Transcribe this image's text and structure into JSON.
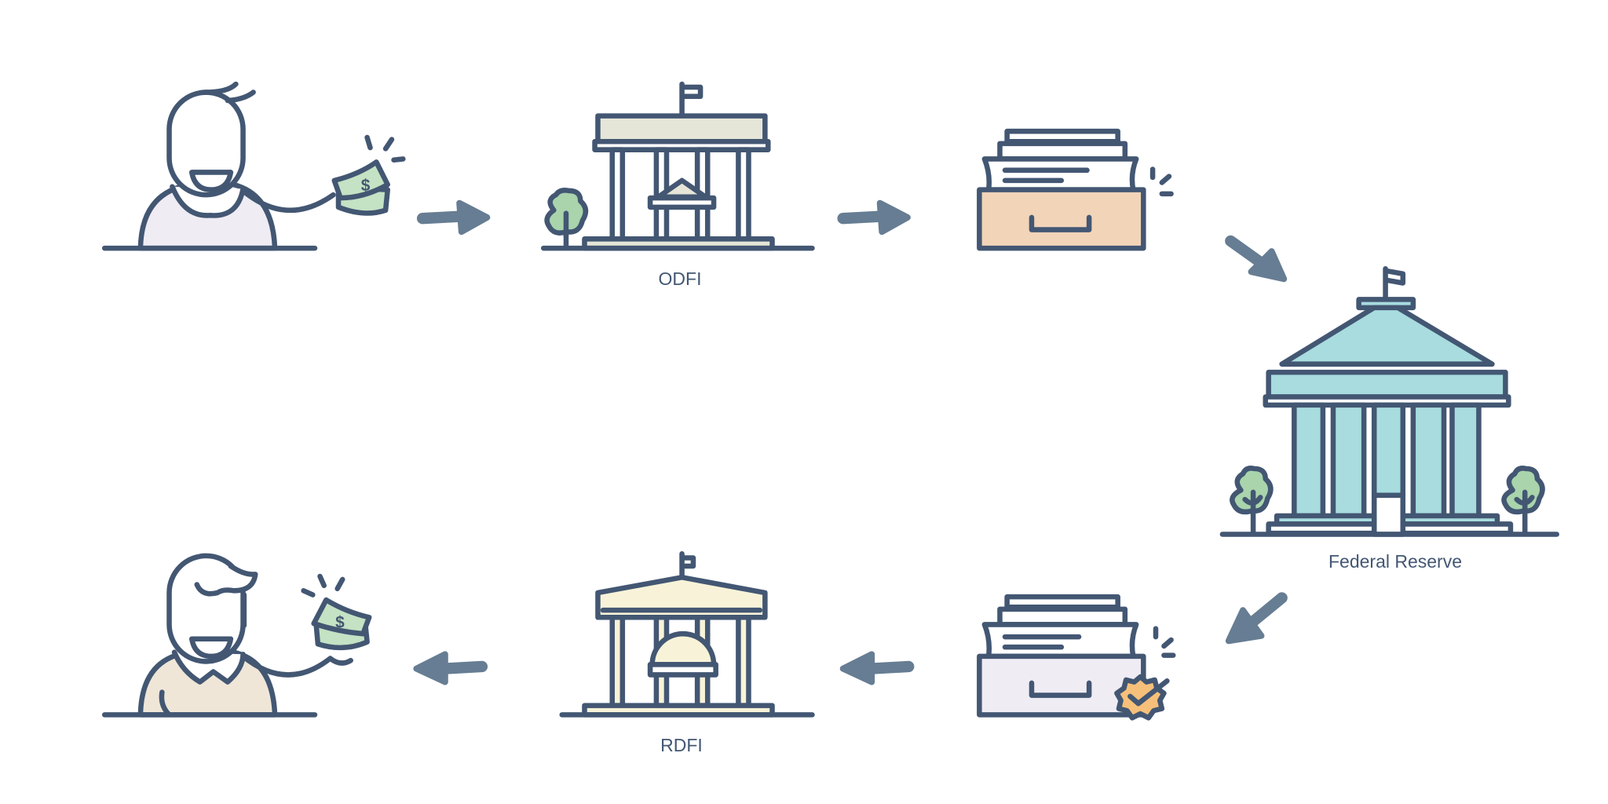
{
  "labels": {
    "odfi": "ODFI",
    "federal_reserve": "Federal Reserve",
    "rdfi": "RDFI"
  },
  "money_symbol": "$",
  "colors": {
    "stroke": "#435773",
    "arrow": "#667d93",
    "shirt_sender": "#efecf4",
    "shirt_receiver": "#efe6d8",
    "money": "#c4e2c4",
    "odfi_roof": "#e5e6d8",
    "drawer_outgoing": "#f2d4b8",
    "drawer_incoming": "#efecf4",
    "federal_reserve": "#a8dcdf",
    "tree": "#a9d4ac",
    "rdfi_roof": "#f8f3d8",
    "badge": "#f6c07a"
  }
}
